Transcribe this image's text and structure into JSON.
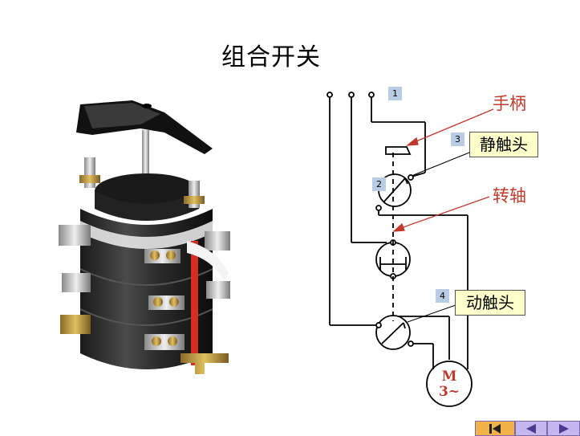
{
  "title": "组合开关",
  "labels": {
    "handle": "手柄",
    "static_contact": "静触头",
    "shaft": "转轴",
    "moving_contact": "动触头",
    "motor_line1": "M",
    "motor_line2": "3~"
  },
  "markers": [
    "1",
    "2",
    "3",
    "4"
  ],
  "colors": {
    "label_red": "#c0392b",
    "callout_fill": "#ffffcc",
    "marker_fill": "#b8cce4",
    "nav_first": "#f2b24a",
    "nav_arrows": "#c6b6f0",
    "shaft_red": "#d62d20"
  },
  "nav": {
    "first_icon": "skip-to-first-icon",
    "prev_icon": "arrow-left-icon",
    "next_icon": "arrow-right-icon"
  }
}
